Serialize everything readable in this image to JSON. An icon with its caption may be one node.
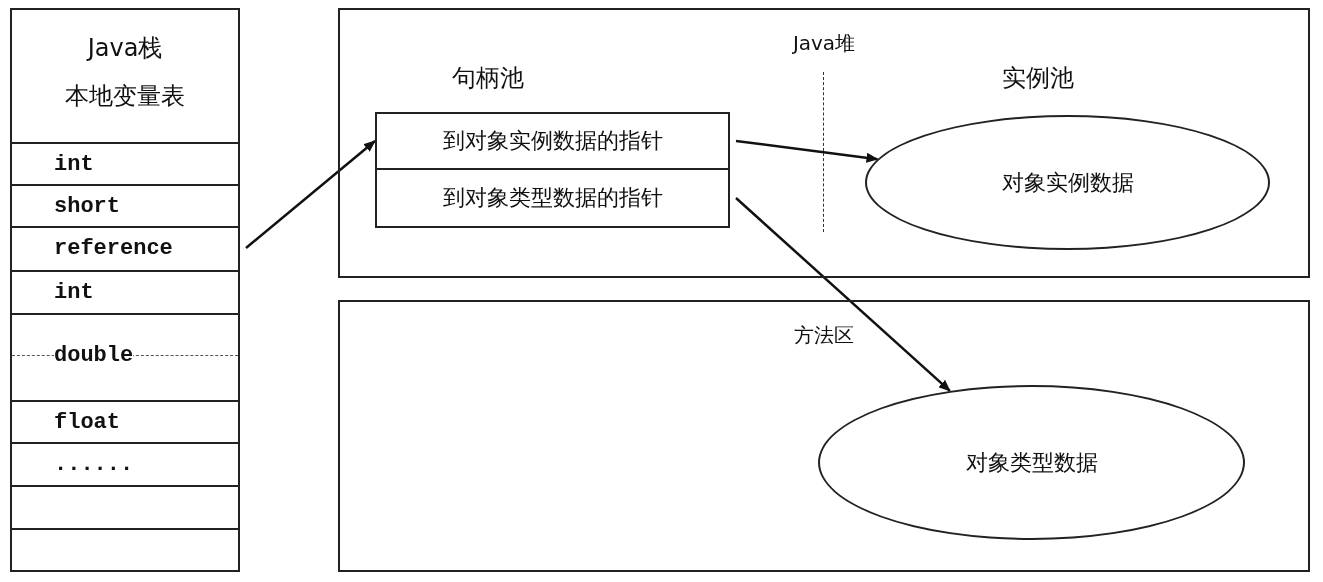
{
  "diagram": {
    "nodes": [
      {
        "text": [
          "Java栈",
          "本地变量表"
        ]
      },
      {
        "text": [
          "int"
        ],
        "in": 0
      },
      {
        "text": [
          "short"
        ],
        "in": 0
      },
      {
        "text": [
          "reference"
        ],
        "in": 0
      },
      {
        "text": [
          "int"
        ],
        "in": 0
      },
      {
        "text": [
          "double"
        ],
        "in": 0
      },
      {
        "text": [
          "float"
        ],
        "in": 0
      },
      {
        "text": [
          "......"
        ],
        "in": 0
      },
      {
        "text": [],
        "shape": "box",
        "in": 0
      },
      {
        "text": [],
        "shape": "box",
        "in": 0
      },
      {
        "text": [
          "Java堆"
        ]
      },
      {
        "text": [
          "到对象实例数据的指针"
        ],
        "in": 10
      },
      {
        "text": [
          "到对象类型数据的指针"
        ],
        "in": 10
      },
      {
        "text": [
          "对象实例数据"
        ],
        "in": 10
      },
      {
        "text": [
          "方法区"
        ]
      },
      {
        "text": [
          "对象类型数据"
        ],
        "in": 14
      }
    ],
    "edges": [
      {
        "from": 3,
        "to": 11,
        "arrow": "to"
      },
      {
        "from": 11,
        "to": 13,
        "arrow": "to"
      },
      {
        "from": 12,
        "to": 15,
        "arrow": "to"
      }
    ],
    "labels": [
      "句柄池",
      "实例池"
    ]
  }
}
